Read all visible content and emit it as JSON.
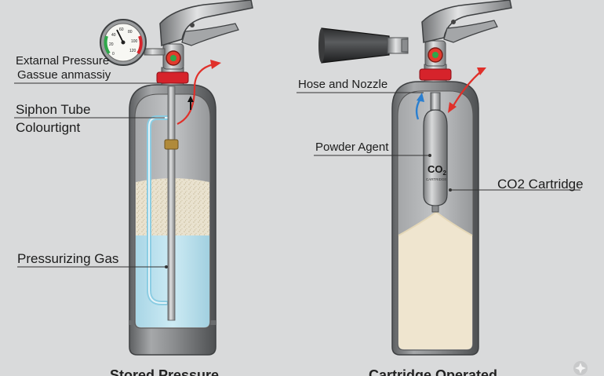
{
  "labels": {
    "external_pressure": "Extarnal Pressure",
    "gassue_assembly": "Gassue anmassiy",
    "siphon_tube": "Siphon Tube",
    "colourtight": "Colourtignt",
    "pressurizing_gas": "Pressurizing Gas",
    "hose_nozzle": "Hose and Nozzle",
    "powder_agent": "Powder Agent",
    "co2_cartridge": "CO2 Cartridge"
  },
  "cartridge_text": {
    "formula": "CO",
    "subscript": "2",
    "small": "CARTRIDGE"
  },
  "gauge": {
    "ticks": [
      "0",
      "20",
      "40",
      "60",
      "80",
      "100",
      "120"
    ]
  },
  "captions": {
    "left": "Stored Pressure",
    "right": "Cartridge Operated"
  },
  "colors": {
    "background": "#d9dadb",
    "cylinder": "#8c8d8f",
    "powder": "#efe5cf",
    "liquid": "#bfe3ef",
    "collar": "#d6232b",
    "flow_arrow_red": "#e0302a",
    "flow_arrow_blue": "#2a7fd0"
  }
}
